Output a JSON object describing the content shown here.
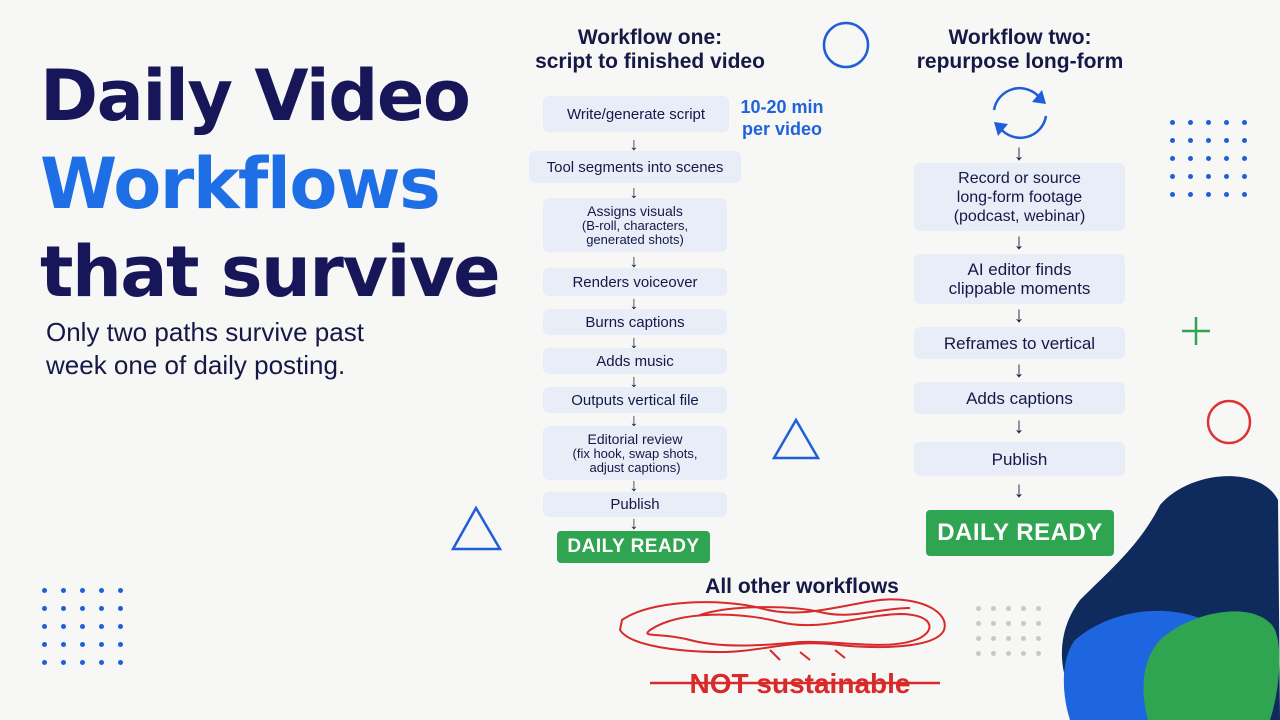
{
  "hero": {
    "line1": "Daily Video",
    "line2": "Workflows",
    "line3": "that survive",
    "subtitle_line1": "Only two paths survive past",
    "subtitle_line2": "week one of daily posting."
  },
  "workflow_one": {
    "title_line1": "Workflow one:",
    "title_line2": "script to finished video",
    "time_note_line1": "10-20 min",
    "time_note_line2": "per video",
    "steps": [
      {
        "lines": [
          "Write/generate script"
        ]
      },
      {
        "lines": [
          "Tool segments into scenes"
        ]
      },
      {
        "lines": [
          "Assigns visuals",
          "(B-roll, characters,",
          "generated shots)"
        ]
      },
      {
        "lines": [
          "Renders voiceover"
        ]
      },
      {
        "lines": [
          "Burns captions"
        ]
      },
      {
        "lines": [
          "Adds music"
        ]
      },
      {
        "lines": [
          "Outputs vertical file"
        ]
      },
      {
        "lines": [
          "Editorial review",
          "(fix hook, swap shots,",
          "adjust captions)"
        ]
      },
      {
        "lines": [
          "Publish"
        ]
      }
    ],
    "result": "DAILY READY"
  },
  "workflow_two": {
    "title_line1": "Workflow two:",
    "title_line2": "repurpose long-form",
    "icon": "refresh-cycle-icon",
    "steps": [
      {
        "lines": [
          "Record or source",
          "long-form footage",
          "(podcast, webinar)"
        ]
      },
      {
        "lines": [
          "AI editor finds",
          "clippable moments"
        ]
      },
      {
        "lines": [
          "Reframes to vertical"
        ]
      },
      {
        "lines": [
          "Adds captions"
        ]
      },
      {
        "lines": [
          "Publish"
        ]
      }
    ],
    "result": "DAILY READY"
  },
  "others": {
    "label": "All other workflows",
    "verdict": "NOT sustainable"
  },
  "colors": {
    "navy": "#161658",
    "blue": "#1e6ee6",
    "step_bg": "#e8edf8",
    "green": "#2fa552",
    "red": "#d82a2a",
    "blob_navy": "#0f2a5c",
    "blob_blue": "#1e66e0",
    "blob_green": "#2fa552"
  }
}
